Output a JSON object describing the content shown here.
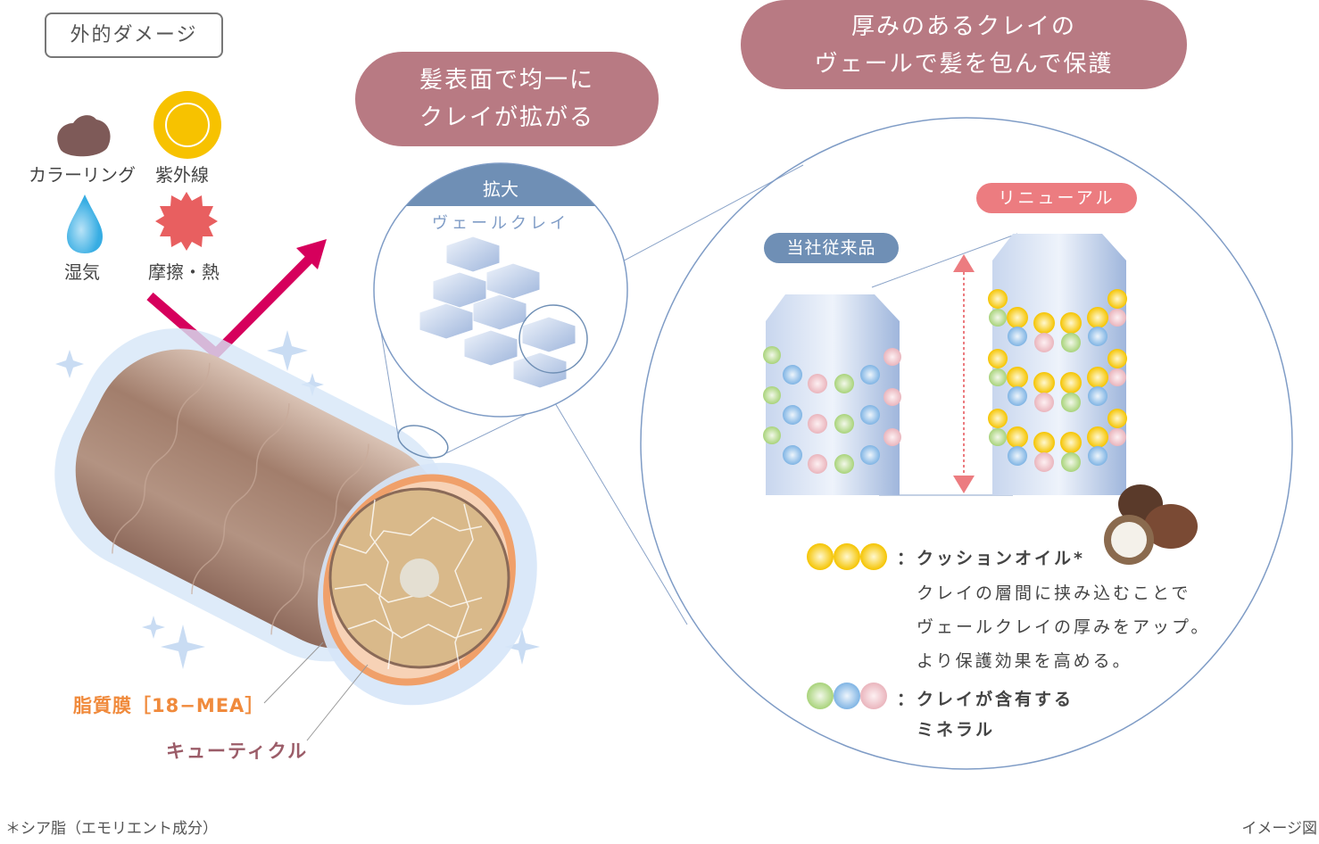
{
  "damage": {
    "title": "外的ダメージ",
    "items": [
      {
        "label": "カラーリング",
        "icon": "hair-dye-blob-icon"
      },
      {
        "label": "紫外線",
        "icon": "sun-icon"
      },
      {
        "label": "湿気",
        "icon": "water-drop-icon"
      },
      {
        "label": "摩擦・熱",
        "icon": "burst-icon"
      }
    ]
  },
  "callouts": {
    "spread": [
      "髪表面で均一に",
      "クレイが拡がる"
    ],
    "protect": [
      "厚みのあるクレイの",
      "ヴェールで髪を包んで保護"
    ]
  },
  "zoom_circle": {
    "header": "拡大",
    "subtitle": "ヴェールクレイ"
  },
  "comparison": {
    "old_label": "当社従来品",
    "new_label": "リニューアル"
  },
  "legend": {
    "oil_title": "：クッションオイル*",
    "oil_desc": [
      "クレイの層間に挟み込むことで",
      "ヴェールクレイの厚みをアップ。",
      "より保護効果を高める。"
    ],
    "mineral_title": "：クレイが含有する",
    "mineral_desc": "ミネラル"
  },
  "hair_labels": {
    "lipid": "脂質膜［18−MEA］",
    "cuticle": "キューティクル"
  },
  "footnote": "＊シア脂（エモリエント成分）",
  "image_note": "イメージ図",
  "colors": {
    "pill": "#b87a83",
    "old_tag": "#6f8fb5",
    "new_tag": "#ec7c80",
    "arrow": "#d6005c",
    "lipid": "#f08a3c",
    "cuticle": "#9b5c68"
  }
}
